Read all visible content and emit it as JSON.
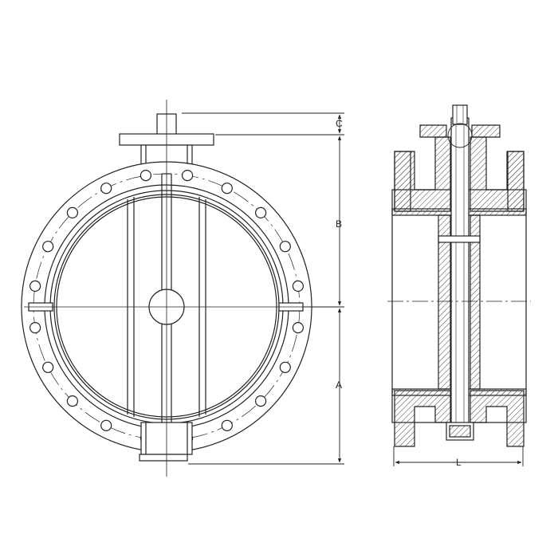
{
  "dimensions": {
    "A": "A",
    "B": "B",
    "C": "C",
    "L": "L"
  },
  "colors": {
    "line": "#222222",
    "hatch": "#555555",
    "background": "#ffffff"
  }
}
